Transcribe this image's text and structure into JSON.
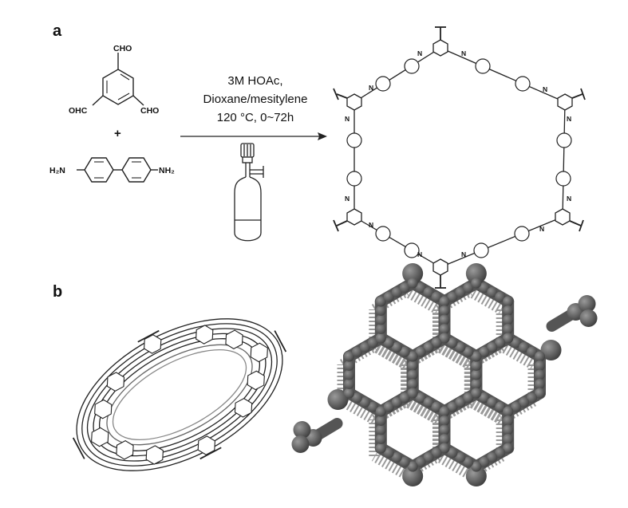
{
  "panels": {
    "a": {
      "label": "a"
    },
    "b": {
      "label": "b"
    }
  },
  "reaction": {
    "aldehyde": {
      "top_group": "CHO",
      "left_group": "OHC",
      "right_group": "CHO"
    },
    "plus": "+",
    "diamine": {
      "left_group": "H₂N",
      "right_group": "NH₂"
    },
    "conditions": {
      "line1": "3M HOAc,",
      "line2": "Dioxane/mesitylene",
      "line3": "120 °C, 0~72h"
    },
    "imine_label": "N"
  },
  "model": {
    "atom_color": "#555555",
    "atom_highlight": "#8a8a8a"
  }
}
